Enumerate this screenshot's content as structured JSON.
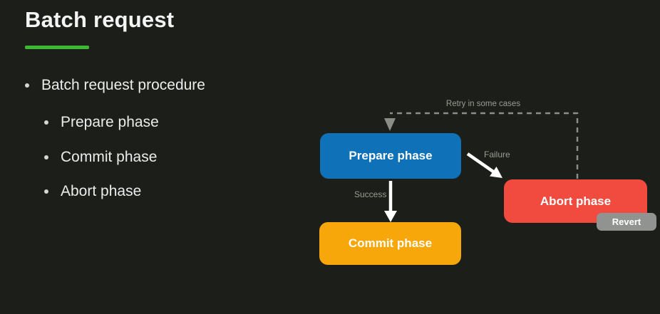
{
  "slide": {
    "title": "Batch request",
    "accent_color": "#3db931",
    "background_color": "#1b1e19",
    "text_color": "#ececec",
    "muted_text_color": "#9a9d94"
  },
  "bullets": {
    "main": "Batch request procedure",
    "sub": [
      "Prepare phase",
      "Commit phase",
      "Abort phase"
    ]
  },
  "diagram": {
    "nodes": {
      "prepare": {
        "label": "Prepare phase",
        "color": "#0f72b8"
      },
      "commit": {
        "label": "Commit phase",
        "color": "#f7a70a"
      },
      "abort": {
        "label": "Abort phase",
        "color": "#f04b3e"
      },
      "revert": {
        "label": "Revert",
        "color": "#90938f"
      }
    },
    "edges": {
      "success": {
        "label": "Success",
        "from": "prepare",
        "to": "commit",
        "style": "solid-white-arrow"
      },
      "failure": {
        "label": "Failure",
        "from": "prepare",
        "to": "abort",
        "style": "solid-white-arrow"
      },
      "retry": {
        "label": "Retry in some cases",
        "from": "abort",
        "to": "prepare",
        "style": "dashed-gray-arrow"
      }
    }
  }
}
